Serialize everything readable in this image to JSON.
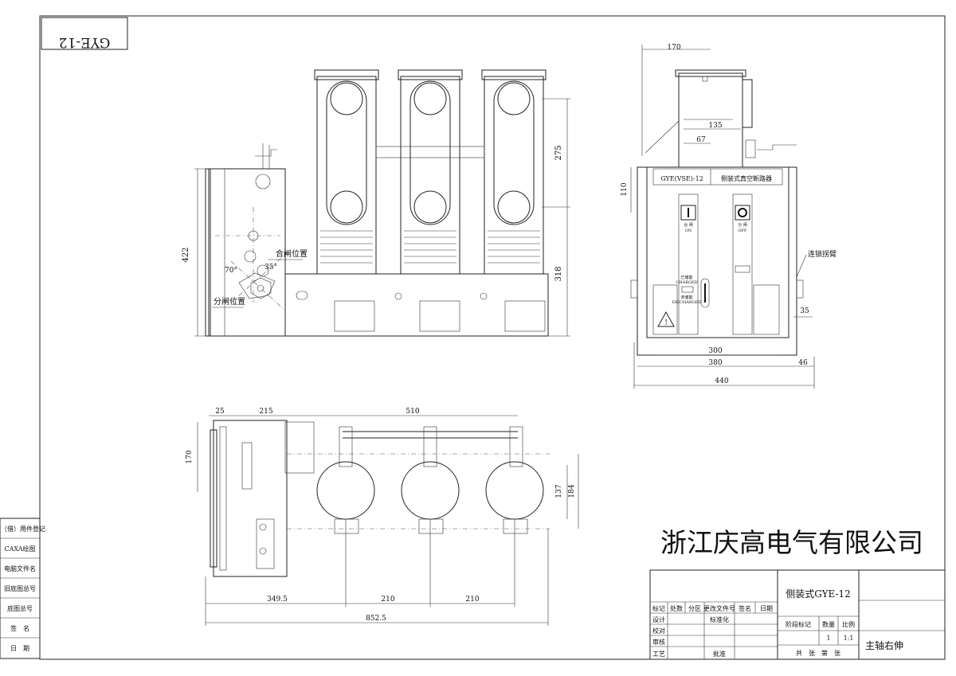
{
  "drawing": {
    "code_box": "GYE-12",
    "company": "浙江庆高电气有限公司",
    "product_title": "侧装式GYE-12",
    "subtitle": "主轴右伸"
  },
  "left_side_table": [
    "通（借）用件登记",
    "CAXA绘图",
    "电脑文件名",
    "旧底图总号",
    "底图总号",
    "签　名",
    "日　期"
  ],
  "title_block": {
    "row_headers": [
      "标记",
      "处数",
      "分区",
      "更改文件号",
      "签名",
      "日期"
    ],
    "roles": [
      "设计",
      "校对",
      "审核",
      "工艺"
    ],
    "standardize": "标准化",
    "approve": "批准",
    "stage_mark": "阶段标记",
    "quantity": "数量",
    "ratio": "比例",
    "quantity_value": "1",
    "ratio_value": "1:1",
    "sheets": "共　张　第　张"
  },
  "front_view": {
    "dim_422": "422",
    "dim_275": "275",
    "dim_318": "318",
    "label_close_pos": "合闸位置",
    "label_open_pos": "分闸位置",
    "angle_a": "70°",
    "angle_b": "35°"
  },
  "side_view": {
    "dim_170": "170",
    "dim_135": "135",
    "dim_67": "67",
    "dim_110": "110",
    "dim_35": "35",
    "dim_300": "300",
    "dim_380": "380",
    "dim_46": "46",
    "dim_440": "440",
    "panel_model": "GYE(VSE)-12",
    "panel_name": "侧装式真空断路器",
    "label_connecting_arm": "连锁拐臂",
    "close_label": "合 闸",
    "close_label_en": "ON",
    "open_label": "分 闸",
    "open_label_en": "OFF",
    "spring_charged": "已储能",
    "spring_charged_en": "CHARGED",
    "spring_discharged": "未储能",
    "spring_discharged_en": "DISCHARGED"
  },
  "top_view": {
    "dim_25": "25",
    "dim_215": "215",
    "dim_510": "510",
    "dim_170": "170",
    "dim_137": "137",
    "dim_184": "184",
    "dim_349_5": "349.5",
    "dim_210a": "210",
    "dim_210b": "210",
    "dim_852_5": "852.5"
  }
}
